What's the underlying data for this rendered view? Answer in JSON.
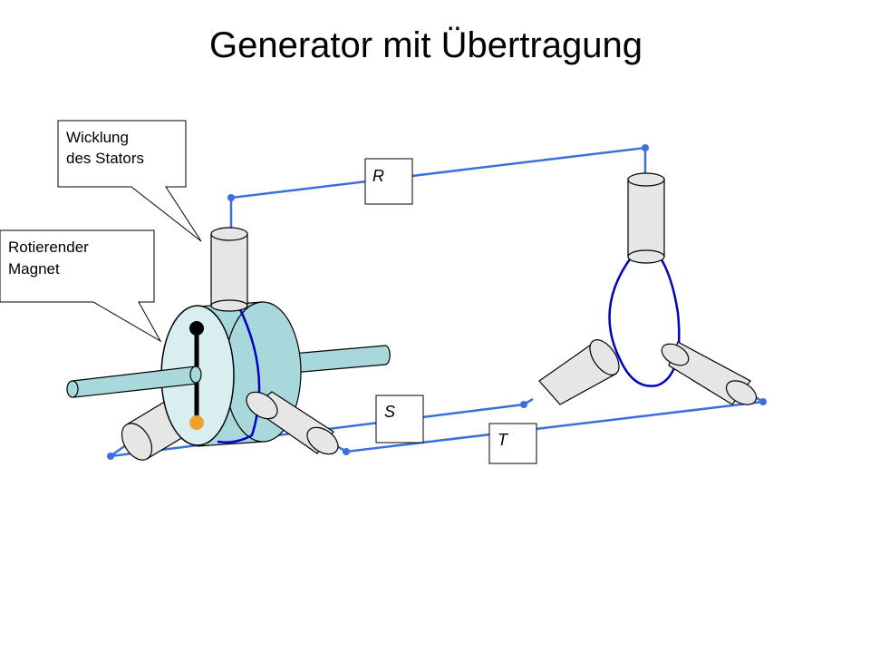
{
  "title": "Generator mit Übertragung",
  "callouts": {
    "winding": {
      "line1": "Wicklung",
      "line2": "des Stators"
    },
    "magnet": {
      "line1": "Rotierender",
      "line2": "Magnet"
    }
  },
  "phases": {
    "r": "R",
    "s": "S",
    "t": "T"
  },
  "colors": {
    "wire": "#3b6fe0",
    "coil": "#0000c0",
    "body": "#a8d8dc",
    "magnet_face": "#d8eef0",
    "pole_north": "#000000",
    "pole_south": "#f0a030",
    "core": "#e6e6e6"
  }
}
